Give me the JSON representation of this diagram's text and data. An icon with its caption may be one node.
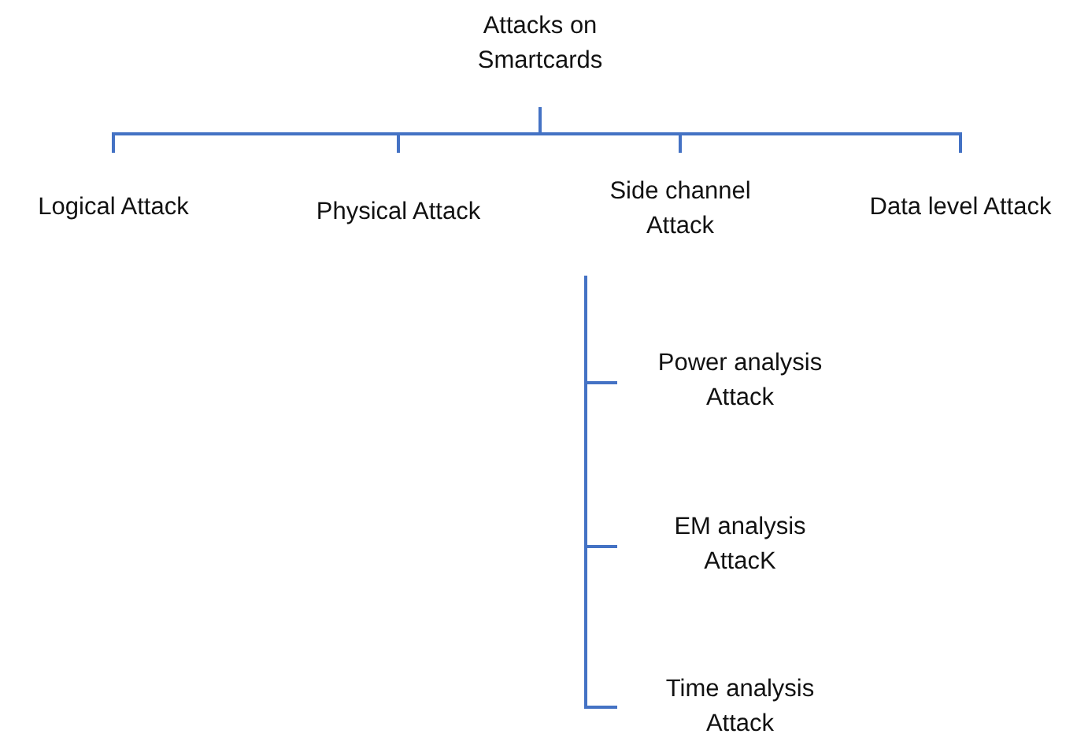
{
  "diagram": {
    "nodes": [
      {
        "text": [
          "Attacks on Smartcards"
        ]
      },
      {
        "text": [
          "Logical Attack"
        ]
      },
      {
        "text": [
          "Physical Attack"
        ]
      },
      {
        "text": [
          "Side channel Attack"
        ]
      },
      {
        "text": [
          "Data level Attack"
        ]
      },
      {
        "text": [
          "Power analysis Attack"
        ]
      },
      {
        "text": [
          "EM analysis AttacK"
        ]
      },
      {
        "text": [
          "Time analysis Attack"
        ]
      }
    ],
    "edges": [
      {
        "from": 0,
        "to": 1,
        "arrow": "none"
      },
      {
        "from": 0,
        "to": 2,
        "arrow": "none"
      },
      {
        "from": 0,
        "to": 3,
        "arrow": "none"
      },
      {
        "from": 0,
        "to": 4,
        "arrow": "none"
      },
      {
        "from": 3,
        "to": 5,
        "arrow": "none"
      },
      {
        "from": 3,
        "to": 6,
        "arrow": "none"
      },
      {
        "from": 3,
        "to": 7,
        "arrow": "none"
      }
    ]
  }
}
